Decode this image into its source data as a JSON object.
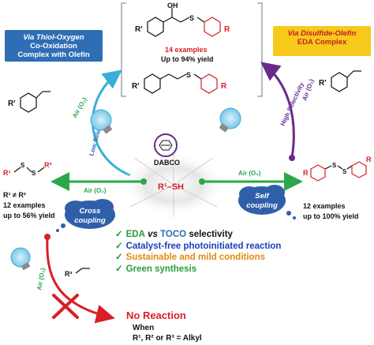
{
  "callouts": {
    "left": {
      "line1": "Via Thiol-Oxygen",
      "line2": "Co-Oxidation",
      "line3": "Complex with Olefin"
    },
    "right": {
      "line1": "Via Disulfide-Olefin",
      "line2": "EDA Complex"
    }
  },
  "products": {
    "examples": "14 examples",
    "yield": "Up to 94% yield"
  },
  "arrows": {
    "low_selectivity": "Low Selectivity",
    "high_selectivity": "High Selectivity",
    "air_upper_left": "Air (O₂)",
    "air_upper_right": "Air (O₂)",
    "air_left": "Air (O₂)",
    "air_right": "Air (O₂)",
    "air_down": "Air (O₂)"
  },
  "center": {
    "catalyst": "DABCO",
    "thiol": "R¹–SH"
  },
  "cross": {
    "label": "Cross coupling",
    "condition": "R¹ ≠ R²",
    "examples": "12 examples",
    "yield": "up to 56% yield",
    "r1": "R¹",
    "r2": "R²",
    "s": "S"
  },
  "self": {
    "label": "Self coupling",
    "examples": "12 examples",
    "yield": "up to 100% yield"
  },
  "no_reaction": {
    "title": "No Reaction",
    "when": "When",
    "condition": "R¹, R² or R³ = Alkyl"
  },
  "reagents": {
    "r_prime": "R'",
    "r": "R",
    "r3": "R³",
    "oh": "OH",
    "s": "S"
  },
  "bullets": [
    {
      "parts": [
        {
          "text": "EDA",
          "color": "#2a9a3a"
        },
        {
          "text": " vs ",
          "color": "#111111",
          "italic": true
        },
        {
          "text": "TOCO",
          "color": "#2f6db5"
        },
        {
          "text": " selectivity",
          "color": "#111111"
        }
      ]
    },
    {
      "parts": [
        {
          "text": "Catalyst-free photoinitiated reaction",
          "color": "#1b3fb8"
        }
      ]
    },
    {
      "parts": [
        {
          "text": "Sustainable and mild conditions",
          "color": "#e08a12"
        }
      ]
    },
    {
      "parts": [
        {
          "text": "Green synthesis",
          "color": "#2a9a3a"
        }
      ]
    }
  ],
  "colors": {
    "blue": "#2f6db5",
    "cyan": "#3aaed8",
    "purple": "#6a2a8a",
    "green": "#2aa84a",
    "red": "#d81f26",
    "black": "#111111",
    "bulb": "#b9e4f7",
    "cloud": "#2f5fa8"
  },
  "icons": [
    "lightbulb-icon",
    "cloud-icon",
    "cross-mark-icon",
    "check-icon"
  ]
}
